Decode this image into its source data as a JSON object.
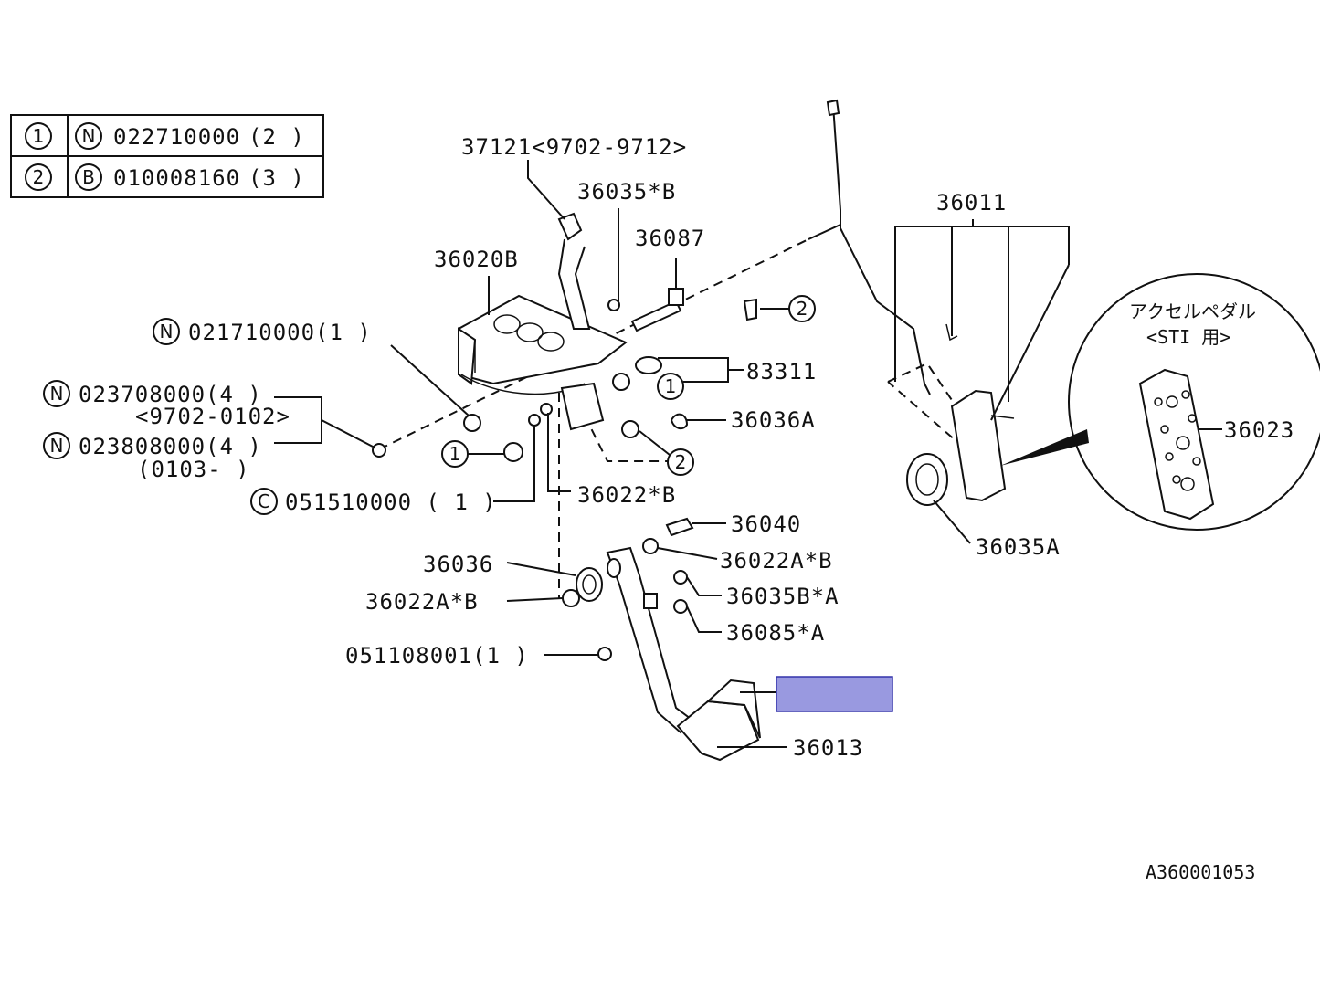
{
  "legend_rows": [
    {
      "index": "1",
      "kind": "N",
      "part": "022710000",
      "qty": "(2  )"
    },
    {
      "index": "2",
      "kind": "B",
      "part": "010008160",
      "qty": "(3  )"
    }
  ],
  "labels": {
    "p37121": "37121<9702-9712>",
    "p36035B": "36035*B",
    "p36087": "36087",
    "p36020B": "36020B",
    "p36011": "36011",
    "accel_title": "アクセルペダル",
    "accel_sub": "<STI 用>",
    "p36023": "36023",
    "p021710000": "021710000(1  )",
    "p83311": "83311",
    "p023708000": "023708000(4  )",
    "p023708000_range": "<9702-0102>",
    "p023808000": "023808000(4  )",
    "p023808000_range": "(0103-    )",
    "p36036A": "36036A",
    "p051510000": "051510000 ( 1  )",
    "p36022B": "36022*B",
    "p36035A": "36035A",
    "p36040": "36040",
    "p36036": "36036",
    "p36022AB_r": "36022A*B",
    "p36022AB_l": "36022A*B",
    "p36035BA": "36035B*A",
    "p36085A": "36085*A",
    "p051108001": "051108001(1  )",
    "p36013": "36013",
    "drawing_id": "A360001053"
  },
  "markers": {
    "N": "N",
    "C": "C",
    "B": "B",
    "one": "1",
    "two": "2"
  },
  "colors": {
    "highlight": "#9999e0",
    "highlight_border": "#3333aa",
    "line": "#111111"
  }
}
